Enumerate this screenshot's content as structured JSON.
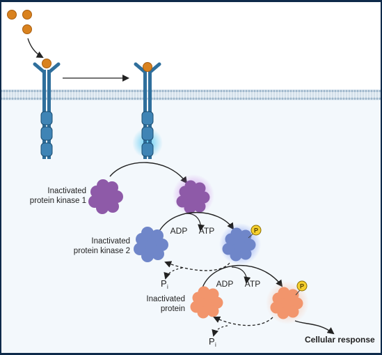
{
  "labels": {
    "inactivated_kinase_1": [
      "Inactivated",
      "protein kinase 1"
    ],
    "inactivated_kinase_2": [
      "Inactivated",
      "protein kinase 2"
    ],
    "inactivated_protein": [
      "Inactivated",
      "protein"
    ],
    "adp_1": "ADP",
    "atp_1": "ATP",
    "adp_2": "ADP",
    "atp_2": "ATP",
    "phosphate_badge": "P",
    "pi_main": "P",
    "pi_sub": "i",
    "cellular_response": "Cellular response"
  },
  "colors": {
    "border": "#0e2a4a",
    "cytoplasm": "#f3f8fc",
    "membrane": "#aec4d6",
    "receptor": "#2f6f9c",
    "receptor_dark": "#1e4f72",
    "ligand": "#d9821f",
    "kinase1": "#8e5aa8",
    "kinase1_glow": "#c77be6",
    "kinase2": "#6f86c9",
    "kinase2_glow": "#5a7cf0",
    "target_protein": "#f2956c",
    "target_glow": "#f7b89a",
    "phosphate": "#f5cf2e",
    "activation_glow": "#58c8f2",
    "arrow": "#222222"
  }
}
